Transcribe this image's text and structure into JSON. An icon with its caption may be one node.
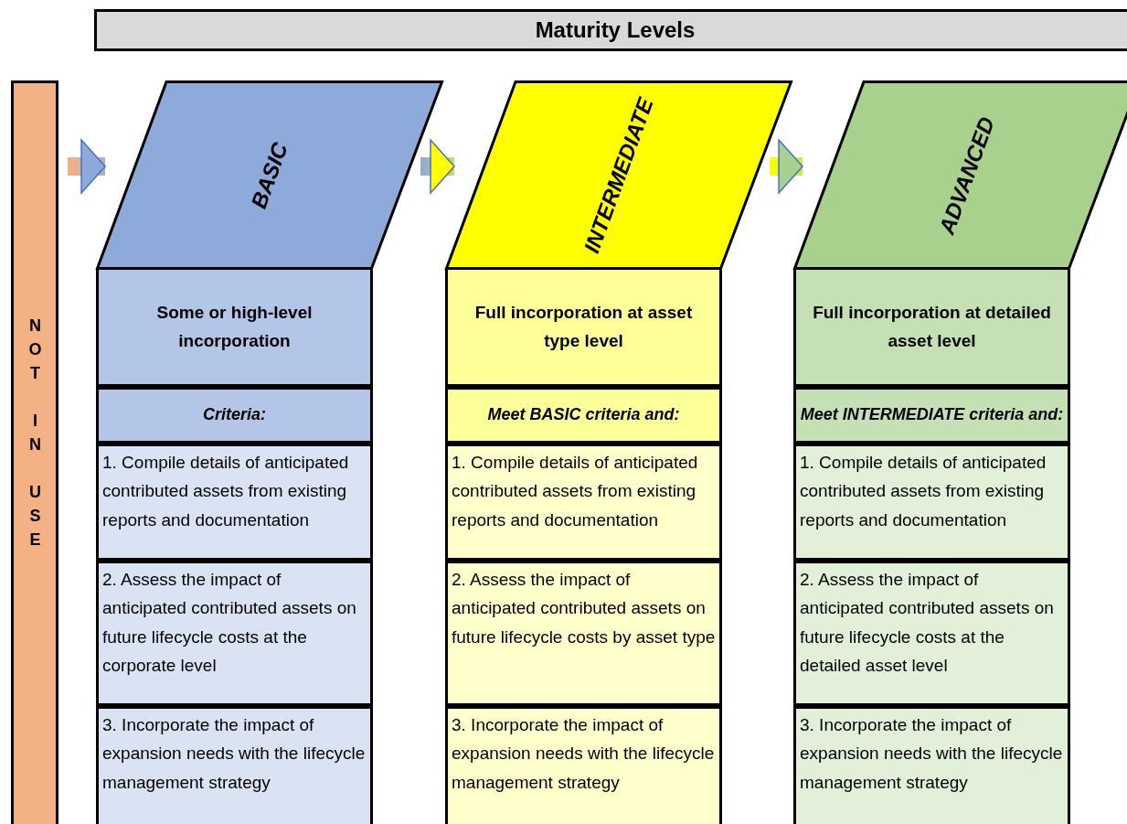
{
  "diagram": {
    "title": "Maturity Levels",
    "nodes": [
      {
        "text": [
          "NOT IN USE"
        ]
      },
      {
        "text": [
          "BASIC"
        ]
      },
      {
        "text": [
          "Some or high-level incorporation"
        ]
      },
      {
        "text": [
          "Criteria:"
        ]
      },
      {
        "text": [
          "1. Compile details of anticipated contributed assets from existing reports and documentation"
        ]
      },
      {
        "text": [
          "2. Assess the impact of anticipated contributed assets on future lifecycle costs at the corporate level"
        ]
      },
      {
        "text": [
          "3. Incorporate the impact of expansion needs with the lifecycle management strategy"
        ]
      },
      {
        "text": [
          "INTERMEDIATE"
        ]
      },
      {
        "text": [
          "Full incorporation at asset type level"
        ]
      },
      {
        "text": [
          "Meet BASIC criteria and:"
        ]
      },
      {
        "text": [
          "1. Compile details of anticipated contributed assets from existing reports and documentation"
        ]
      },
      {
        "text": [
          "2. Assess the impact of anticipated contributed assets on future lifecycle costs by asset type"
        ]
      },
      {
        "text": [
          "3. Incorporate the impact of expansion needs with the lifecycle management strategy"
        ]
      },
      {
        "text": [
          "ADVANCED"
        ]
      },
      {
        "text": [
          "Full incorporation at detailed asset level"
        ]
      },
      {
        "text": [
          "Meet INTERMEDIATE criteria and:"
        ]
      },
      {
        "text": [
          "1. Compile details of anticipated contributed assets from existing reports and documentation"
        ]
      },
      {
        "text": [
          "2. Assess the impact of anticipated contributed assets on future lifecycle costs at the detailed asset level"
        ]
      },
      {
        "text": [
          "3. Incorporate the impact of expansion needs with the lifecycle management strategy"
        ]
      }
    ],
    "edges": [
      {
        "from": 0,
        "to": 1,
        "arrow": "to"
      },
      {
        "from": 1,
        "to": 7,
        "arrow": "to"
      },
      {
        "from": 7,
        "to": 13,
        "arrow": "to"
      }
    ]
  }
}
